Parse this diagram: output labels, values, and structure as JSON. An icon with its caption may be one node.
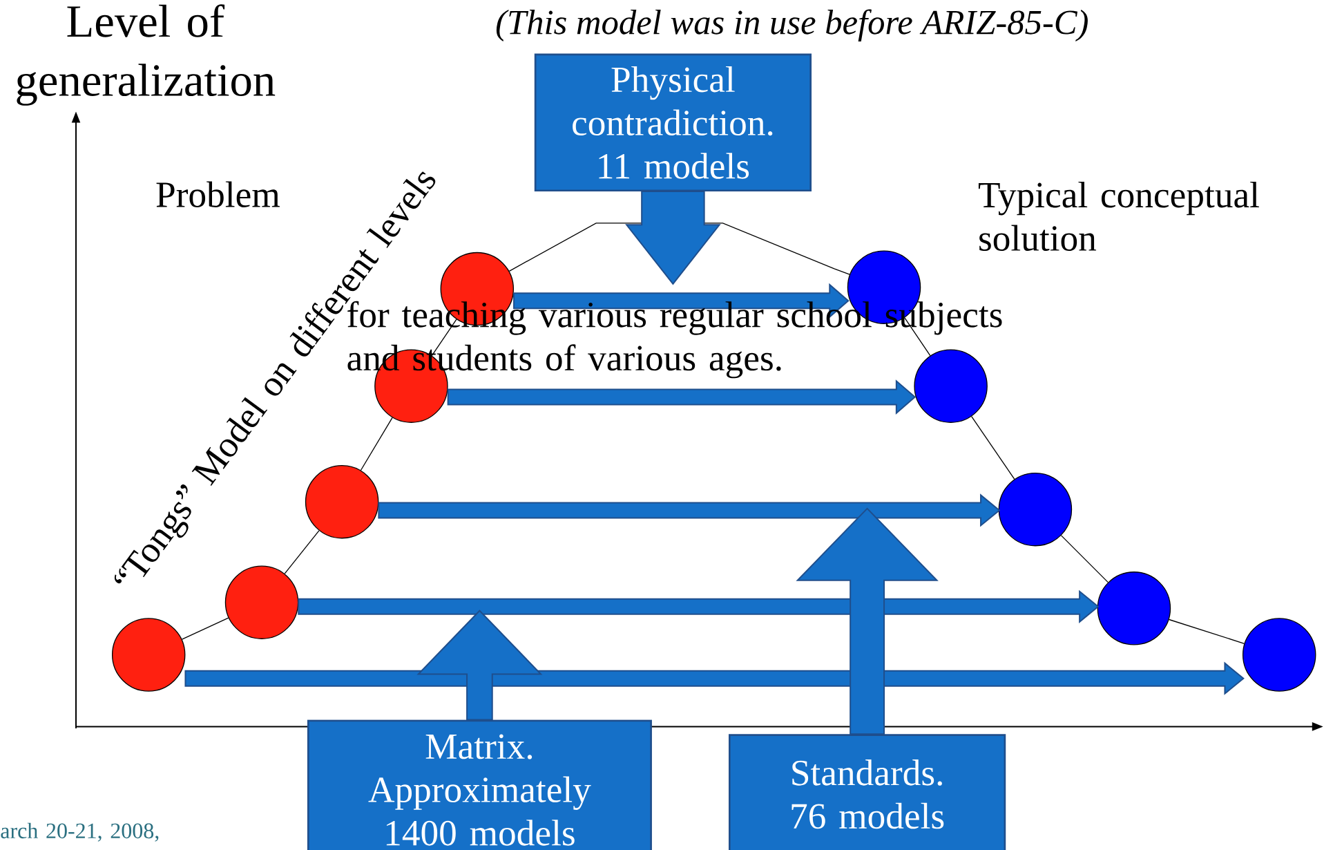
{
  "diagram": {
    "title": "(This model was in use before ARIZ-85-C)",
    "nodes": [
      {
        "text": [
          "Physical contradiction. 11 models"
        ]
      },
      {
        "text": [
          "Matrix. Approximately 1400 models"
        ]
      },
      {
        "text": [
          "Standards. 76 models"
        ]
      },
      {
        "text": [],
        "shape": "circle"
      },
      {
        "text": [],
        "shape": "circle"
      },
      {
        "text": [],
        "shape": "circle"
      },
      {
        "text": [],
        "shape": "circle"
      },
      {
        "text": [],
        "shape": "circle"
      },
      {
        "text": [],
        "shape": "circle"
      },
      {
        "text": [],
        "shape": "circle"
      },
      {
        "text": [],
        "shape": "circle"
      },
      {
        "text": [],
        "shape": "circle"
      },
      {
        "text": [],
        "shape": "circle"
      }
    ],
    "edges": [
      {
        "from": 3,
        "to": 4,
        "arrow": "none"
      },
      {
        "from": 4,
        "to": 5,
        "arrow": "none"
      },
      {
        "from": 5,
        "to": 6,
        "arrow": "none"
      },
      {
        "from": 6,
        "to": 7,
        "arrow": "none"
      },
      {
        "from": 7,
        "to": 8,
        "arrow": "none"
      },
      {
        "from": 8,
        "to": 9,
        "arrow": "none"
      },
      {
        "from": 9,
        "to": 10,
        "arrow": "none"
      },
      {
        "from": 10,
        "to": 11,
        "arrow": "none"
      },
      {
        "from": 11,
        "to": 12,
        "arrow": "none"
      },
      {
        "from": 7,
        "to": 8,
        "arrow": "to",
        "style": "thick",
        "color": "#1570c8"
      },
      {
        "from": 6,
        "to": 9,
        "arrow": "to",
        "style": "thick",
        "color": "#1570c8"
      },
      {
        "from": 5,
        "to": 10,
        "arrow": "to",
        "style": "thick",
        "color": "#1570c8"
      },
      {
        "from": 4,
        "to": 11,
        "arrow": "to",
        "style": "thick",
        "color": "#1570c8"
      },
      {
        "from": 3,
        "to": 12,
        "arrow": "to",
        "style": "thick",
        "color": "#1570c8"
      },
      {
        "from": 0,
        "to": null,
        "arrow": "to",
        "style": "thick",
        "color": "#1570c8"
      },
      {
        "from": 1,
        "to": null,
        "arrow": "to",
        "style": "thick",
        "color": "#1570c8"
      },
      {
        "from": 2,
        "to": null,
        "arrow": "to",
        "style": "thick",
        "color": "#1570c8"
      }
    ],
    "labels": [
      "Level of generalization",
      "Problem",
      "Typical conceptual solution",
      "“Tongs” Model on different levels",
      "for teaching various regular school subjects and students of various ages.",
      "arch 20-21, 2008,"
    ]
  }
}
